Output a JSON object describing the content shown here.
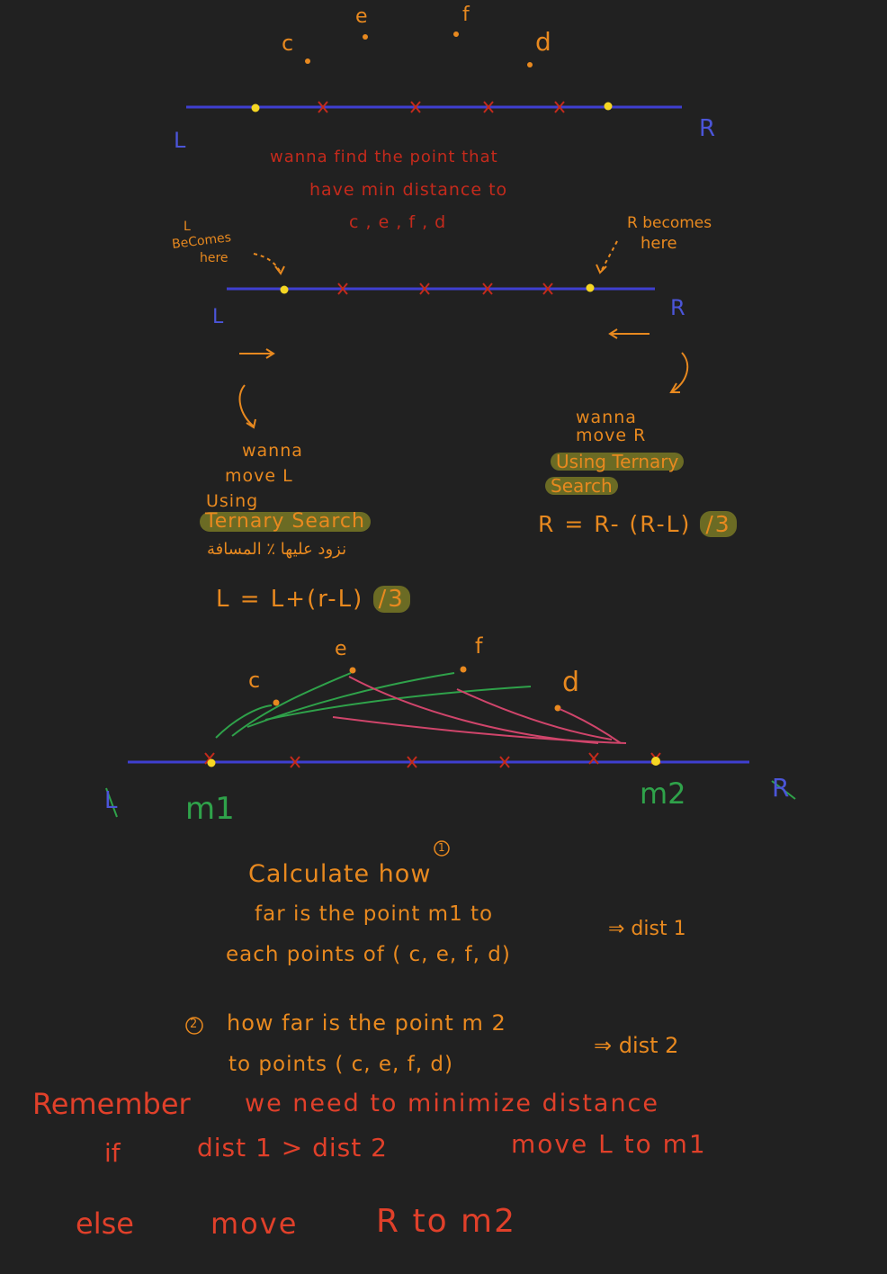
{
  "colors": {
    "background": "#212121",
    "line": "#3f3fd0",
    "orange": "#e8891f",
    "red": "#c42a1c",
    "green": "#2fa24a",
    "blue": "#4b55d8",
    "pink": "#d0456b",
    "highlight": "#9b9b2a"
  },
  "top": {
    "c": "c",
    "e": "e",
    "f": "f",
    "d": "d",
    "L": "L",
    "R": "R"
  },
  "goal": {
    "line1": "wanna find the point that",
    "line2": "have min distance to",
    "line3": "c , e , f , d"
  },
  "second": {
    "l_becomes_1": "L",
    "l_becomes_2": "BeComes",
    "l_becomes_3": "here",
    "r_becomes_1": "R becomes",
    "r_becomes_2": "here",
    "L": "L",
    "R": "R"
  },
  "left_note": {
    "line1": "wanna",
    "line2": "move L",
    "line3": "Using",
    "line4": "Ternary Search",
    "arabic": "نزود عليها ٪ المسافة",
    "formula": "L = L+(r-L)",
    "formula_hl": "/3"
  },
  "right_note": {
    "line1": "wanna",
    "line2": "move R",
    "line3": "Using Ternary",
    "line4": "Search",
    "formula": "R = R- (R-L)",
    "formula_hl": "/3"
  },
  "third": {
    "c": "c",
    "e": "e",
    "f": "f",
    "d": "d",
    "L": "L",
    "R": "R",
    "m1": "m1",
    "m2": "m2"
  },
  "step1": {
    "number": "1",
    "line1": "Calculate how",
    "line2": "far is the point m1 to",
    "line3": "each points of ( c, e, f, d)",
    "result": "⇒ dist 1"
  },
  "step2": {
    "number": "2",
    "line1": "how far is the point m 2",
    "line2": "to points ( c, e, f, d)",
    "result": "⇒ dist 2"
  },
  "remember": {
    "word": "Remember",
    "rest": "we need to minimize distance",
    "if": "if",
    "cond": "dist 1 > dist 2",
    "then": "move L to m1",
    "else": "else",
    "else_action": "move",
    "else_target": "R to m2"
  }
}
